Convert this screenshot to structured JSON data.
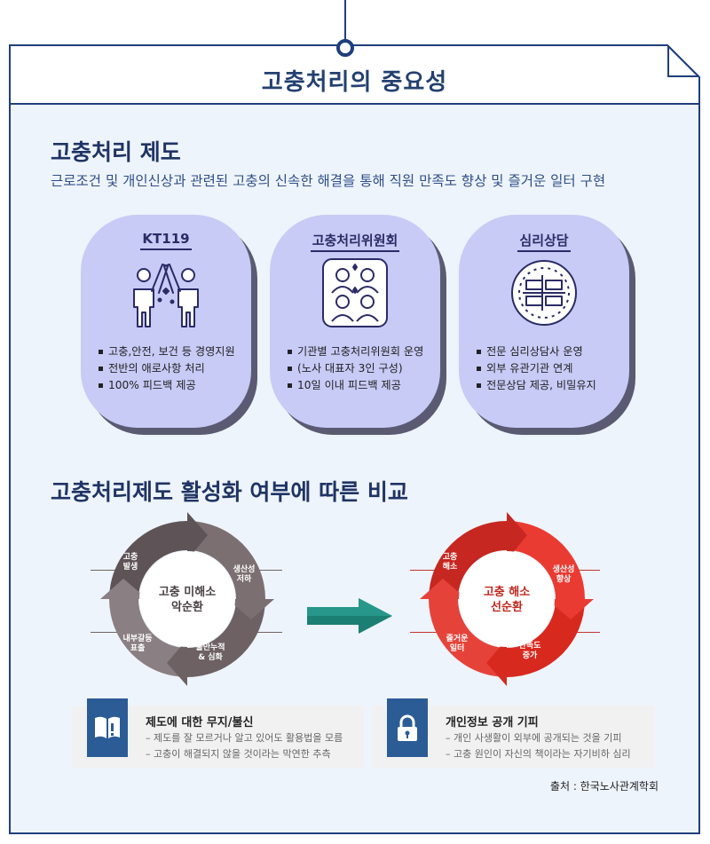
{
  "header": {
    "title": "고충처리의 중요성"
  },
  "section1": {
    "title": "고충처리 제도",
    "subtitle": "근로조건 및 개인신상과 관련된 고충의 신속한 해결을 통해 직원 만족도 향상 및 즐거운 일터 구현"
  },
  "cards": [
    {
      "title": "KT119",
      "icon": "teamwork-high-five-icon",
      "items": [
        "고충,안전, 보건 등 경영지원",
        "전반의 애로사항 처리",
        "100% 피드백 제공"
      ]
    },
    {
      "title": "고충처리위원회",
      "icon": "committee-meeting-icon",
      "items": [
        "기관별 고충처리위원회 운영",
        "(노사 대표자 3인 구성)",
        "10일 이내 피드백 제공"
      ]
    },
    {
      "title": "심리상담",
      "icon": "hands-together-icon",
      "items": [
        "전문 심리상담사 운영",
        "외부 유관기관 연계",
        "전문상담 제공, 비밀유지"
      ]
    }
  ],
  "section2": {
    "title": "고충처리제도 활성화 여부에 따른 비교"
  },
  "cycle_bad": {
    "center_line1": "고충 미해소",
    "center_line2": "악순환",
    "labels": [
      {
        "line1": "고충",
        "line2": "발생"
      },
      {
        "line1": "생산성",
        "line2": "저하"
      },
      {
        "line1": "불만누적",
        "line2": "& 심화"
      },
      {
        "line1": "내부갈등",
        "line2": "표출"
      }
    ],
    "colors": {
      "arc": "#7b6f72",
      "accent": "#5e5356"
    }
  },
  "cycle_good": {
    "center_line1": "고충 해소",
    "center_line2": "선순환",
    "labels": [
      {
        "line1": "고충",
        "line2": "해소"
      },
      {
        "line1": "생산성",
        "line2": "향상"
      },
      {
        "line1": "만족도",
        "line2": "증가"
      },
      {
        "line1": "즐거운",
        "line2": "일터"
      }
    ],
    "colors": {
      "arc": "#e3312b",
      "accent": "#b8211d"
    }
  },
  "notes": [
    {
      "title": "제도에 대한 무지/불신",
      "icon": "book-icon",
      "lines": [
        "– 제도를 잘 모르거나 알고 있어도 활용법을 모름",
        "– 고충이 해결되지 않을 것이라는 막연한 추측"
      ]
    },
    {
      "title": "개인정보 공개 기피",
      "icon": "lock-icon",
      "lines": [
        "– 개인 사생활이 외부에 공개되는 것을 기피",
        "– 고충 원인이 자신의 책이라는 자기비하 심리"
      ]
    }
  ],
  "source": "출처 : 한국노사관계학회",
  "colors": {
    "navy": "#1f3e7c",
    "card": "#c8cbf6",
    "arrow": "#1b7f74",
    "note_tab": "#2b5c96"
  }
}
